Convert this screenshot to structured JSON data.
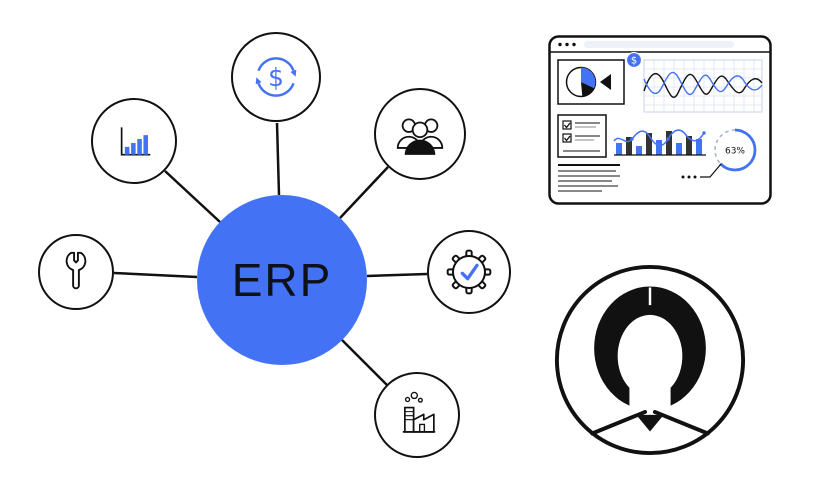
{
  "colors": {
    "accent": "#4472f5",
    "ink": "#111111",
    "background": "#ffffff"
  },
  "hub": {
    "label": "ERP"
  },
  "satellites": {
    "finance": {
      "icon": "dollar-cycle-icon",
      "symbol": "$"
    },
    "analytics": {
      "icon": "bar-chart-icon"
    },
    "people": {
      "icon": "people-icon"
    },
    "tools": {
      "icon": "wrench-icon"
    },
    "process": {
      "icon": "gear-check-icon"
    },
    "manufacturing": {
      "icon": "factory-icon"
    }
  },
  "dashboard": {
    "badge_symbol": "$",
    "progress_label": "63%",
    "panels": [
      "pie-chart",
      "wave-line-chart",
      "checklist",
      "bar-trend-chart",
      "progress-donut",
      "text-lines"
    ]
  },
  "avatar": {
    "icon": "woman-avatar-icon"
  }
}
